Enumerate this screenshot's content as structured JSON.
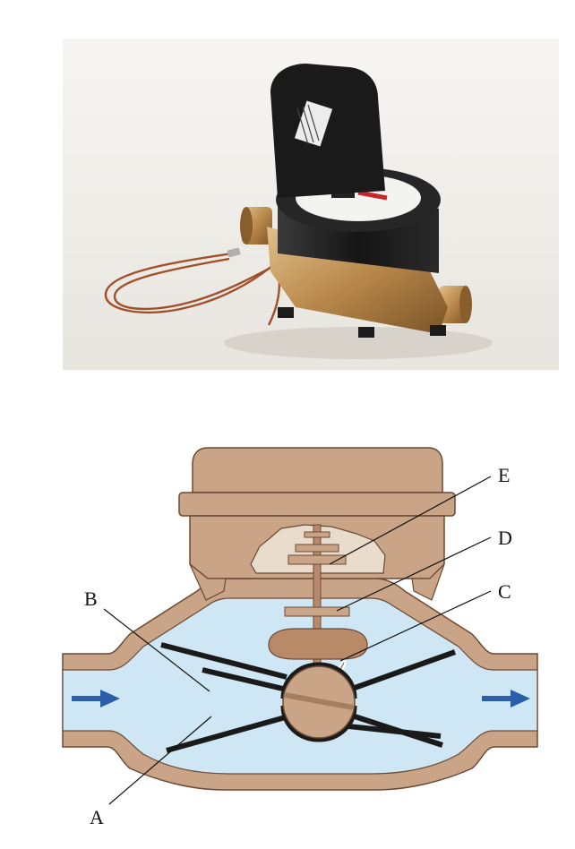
{
  "diagram": {
    "labels": {
      "A": "A",
      "B": "B",
      "C": "C",
      "D": "D",
      "E": "E"
    }
  },
  "colors": {
    "brass": "#c9a486",
    "brass_dark": "#8a6248",
    "water": "#cfe6f4",
    "arrow": "#2a5ea8",
    "meter_body": "#1e1e1e",
    "background": "#f2f0ec"
  }
}
